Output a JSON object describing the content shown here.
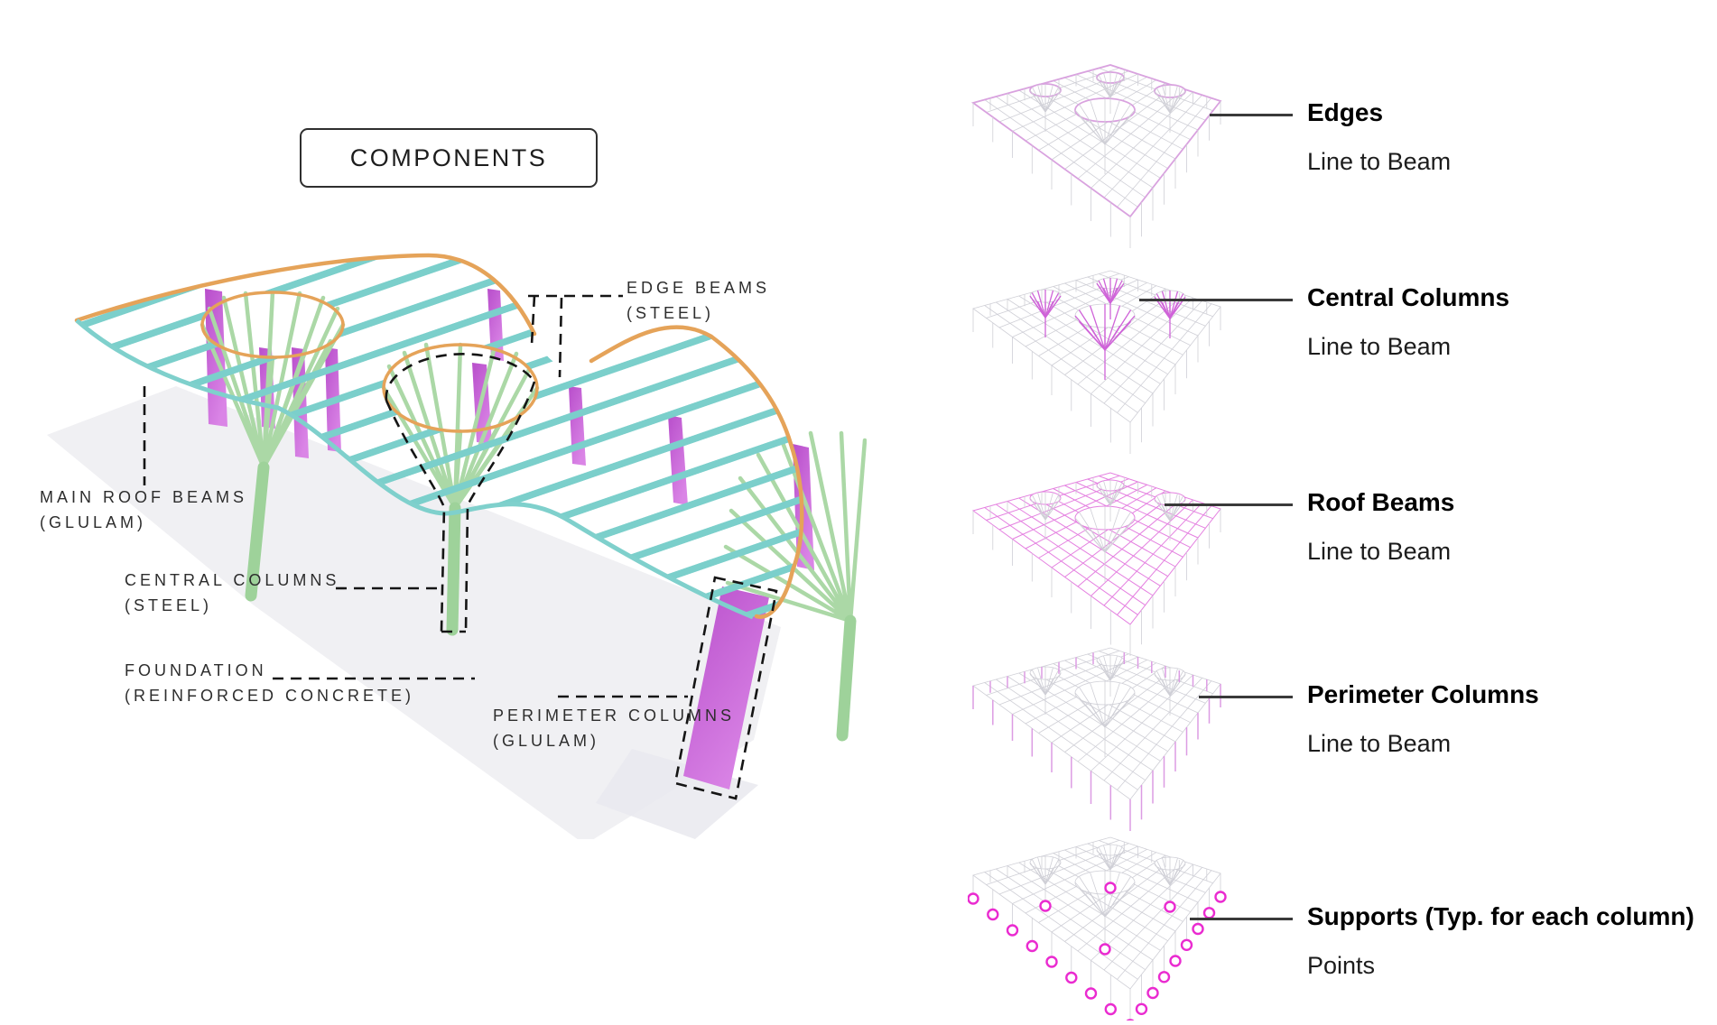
{
  "title_box": {
    "label": "COMPONENTS"
  },
  "callouts": [
    {
      "id": "edge-beams",
      "lines": [
        "EDGE BEAMS",
        "(STEEL)"
      ]
    },
    {
      "id": "main-roof-beams",
      "lines": [
        "MAIN ROOF BEAMS",
        "(GLULAM)"
      ]
    },
    {
      "id": "central-columns",
      "lines": [
        "CENTRAL COLUMNS",
        "(STEEL)"
      ]
    },
    {
      "id": "foundation",
      "lines": [
        "FOUNDATION",
        "(REINFORCED CONCRETE)"
      ]
    },
    {
      "id": "perimeter-columns",
      "lines": [
        "PERIMETER COLUMNS",
        "(GLULAM)"
      ]
    }
  ],
  "legend": [
    {
      "title": "Edges",
      "subtitle": "Line to Beam",
      "mode": "edges"
    },
    {
      "title": "Central Columns",
      "subtitle": "Line to Beam",
      "mode": "central"
    },
    {
      "title": "Roof Beams",
      "subtitle": "Line to Beam",
      "mode": "roof"
    },
    {
      "title": "Perimeter Columns",
      "subtitle": "Line to Beam",
      "mode": "perimeter"
    },
    {
      "title": "Supports (Typ. for each column)",
      "subtitle": "Points",
      "mode": "supports"
    }
  ],
  "colors": {
    "roof_teal": "#74cbc7",
    "edge_orange": "#e5a359",
    "column_green": "#a8d6a3",
    "column_purple": "#c75fd5",
    "wire_gray": "#cfcfd6",
    "wire_edge": "#d9a2df",
    "wire_central": "#cf63d8",
    "wire_roof": "#e480e0",
    "wire_perimeter": "#dc9ce3",
    "wire_support": "#ea2bd0"
  }
}
